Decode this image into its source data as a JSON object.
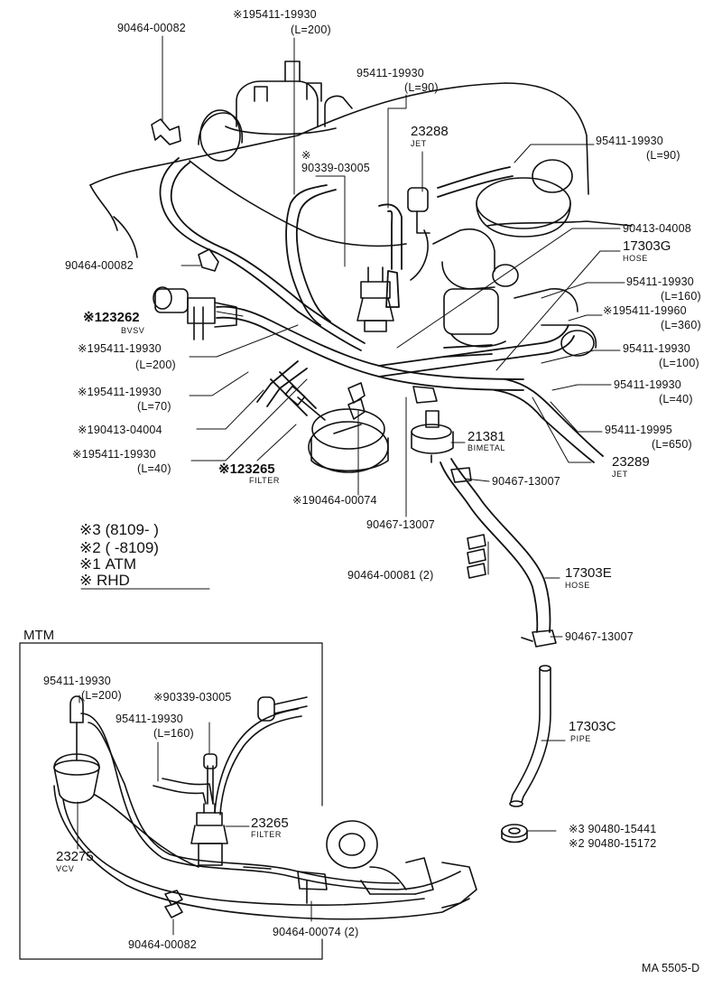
{
  "labels": {
    "p_90464_00082_top": "90464-00082",
    "p_195411_19930_L200_a": "※195411-19930",
    "p_L200_a": "(L=200)",
    "p_95411_19930_L90_a": "95411-19930",
    "p_L90_a": "(L=90)",
    "p_23288": "23288",
    "p_jet_a": "JET",
    "p_90339_03005_mark": "※",
    "p_90339_03005": "90339-03005",
    "p_95411_19930_L90_b": "95411-19930",
    "p_L90_b": "(L=90)",
    "p_90413_04008": "90413-04008",
    "p_17303G": "17303G",
    "p_hose_a": "HOSE",
    "p_95411_19930_L160": "95411-19930",
    "p_L160": "(L=160)",
    "p_195411_19960": "※195411-19960",
    "p_L360": "(L=360)",
    "p_95411_19930_L100": "95411-19930",
    "p_L100": "(L=100)",
    "p_95411_19930_L40_right": "95411-19930",
    "p_L40_right": "(L=40)",
    "p_95411_19995": "95411-19995",
    "p_L650": "(L=650)",
    "p_23289": "23289",
    "p_jet_b": "JET",
    "p_90464_00082_mid": "90464-00082",
    "p_123262": "※123262",
    "p_bvsv": "BVSV",
    "p_195411_19930_L200_b": "※195411-19930",
    "p_L200_b": "(L=200)",
    "p_195411_19930_L70": "※195411-19930",
    "p_L70": "(L=70)",
    "p_190413_04004": "※190413-04004",
    "p_195411_19930_L40": "※195411-19930",
    "p_L40_left": "(L=40)",
    "p_123265": "※123265",
    "p_filter_a": "FILTER",
    "p_21381": "21381",
    "p_bimetal": "BIMETAL",
    "p_90467_13007_a": "90467-13007",
    "p_190464_00074": "※190464-00074",
    "p_90467_13007_b": "90467-13007",
    "p_90464_00081": "90464-00081 (2)",
    "p_17303E": "17303E",
    "p_hose_b": "HOSE",
    "p_90467_13007_c": "90467-13007",
    "p_17303C": "17303C",
    "p_pipe": "PIPE",
    "p_90480_15441": "※3 90480-15441",
    "p_90480_15172": "※2 90480-15172",
    "mtm_title": "MTM",
    "m_95411_19930_L200": "95411-19930",
    "m_L200": "(L=200)",
    "m_90339_03005": "※90339-03005",
    "m_95411_19930_L160": "95411-19930",
    "m_L160": "(L=160)",
    "m_23265": "23265",
    "m_filter": "FILTER",
    "m_23275": "23275",
    "m_vcv": "VCV",
    "m_90464_00082": "90464-00082",
    "m_90464_00074": "90464-00074 (2)",
    "ref_code": "MA 5505-D"
  },
  "legend": [
    {
      "mark": "※3",
      "text": "(8109-        )"
    },
    {
      "mark": "※2",
      "text": "(        -8109)"
    },
    {
      "mark": "※1",
      "text": "ATM"
    },
    {
      "mark": "※",
      "text": "RHD"
    }
  ],
  "colors": {
    "ink": "#111111",
    "background": "#ffffff"
  }
}
